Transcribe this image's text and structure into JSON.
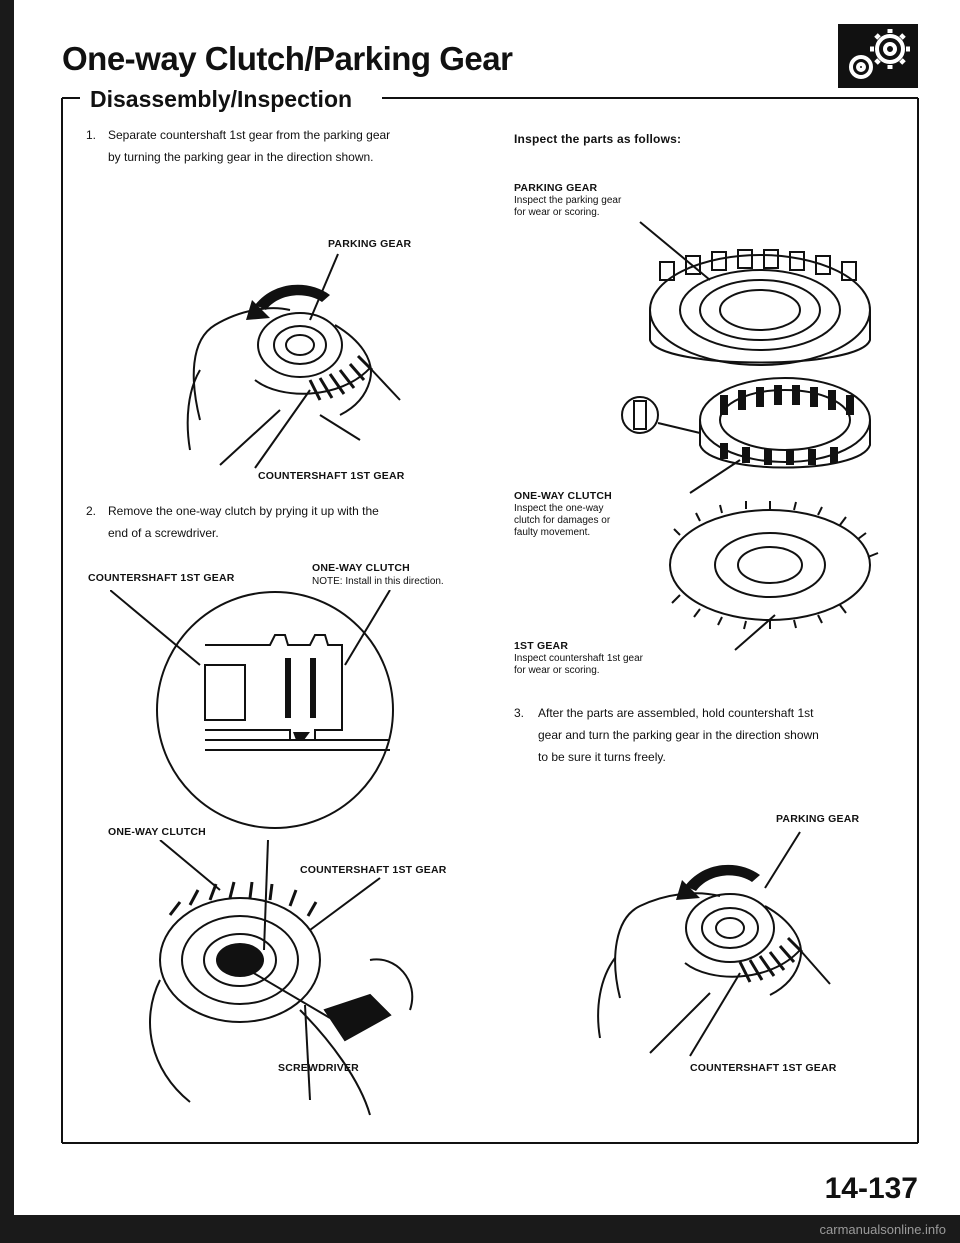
{
  "header": {
    "title": "One-way Clutch/Parking Gear",
    "subtitle": "Disassembly/Inspection"
  },
  "left": {
    "step1_num": "1.",
    "step1_line1": "Separate countershaft 1st gear from the parking gear",
    "step1_line2": "by turning the parking gear in the direction shown.",
    "fig1_parking_gear": "PARKING GEAR",
    "fig1_countershaft": "COUNTERSHAFT 1ST GEAR",
    "step2_num": "2.",
    "step2_line1": "Remove the one-way clutch by prying it up with the",
    "step2_line2": "end of a screwdriver.",
    "fig2_countershaft": "COUNTERSHAFT 1ST GEAR",
    "fig2_oneway": "ONE-WAY CLUTCH",
    "fig2_note": "NOTE: Install in this direction.",
    "fig2_oneway2": "ONE-WAY CLUTCH",
    "fig2_countershaft2": "COUNTERSHAFT 1ST GEAR",
    "fig2_screwdriver": "SCREWDRIVER"
  },
  "right": {
    "inspect_heading": "Inspect the parts as follows:",
    "pg_label": "PARKING GEAR",
    "pg_desc1": "Inspect the parking gear",
    "pg_desc2": "for wear or scoring.",
    "owc_label": "ONE-WAY CLUTCH",
    "owc_desc1": "Inspect the one-way",
    "owc_desc2": "clutch for damages or",
    "owc_desc3": "faulty movement.",
    "g1_label": "1ST GEAR",
    "g1_desc1": "Inspect countershaft 1st gear",
    "g1_desc2": "for wear or scoring.",
    "step3_num": "3.",
    "step3_line1": "After the parts are assembled, hold countershaft 1st",
    "step3_line2": "gear and turn the parking gear in the direction shown",
    "step3_line3": "to be sure it turns freely.",
    "fig3_parking_gear": "PARKING GEAR",
    "fig3_countershaft": "COUNTERSHAFT 1ST GEAR"
  },
  "page_number": "14-137",
  "watermark": "carmanualsonline.info"
}
